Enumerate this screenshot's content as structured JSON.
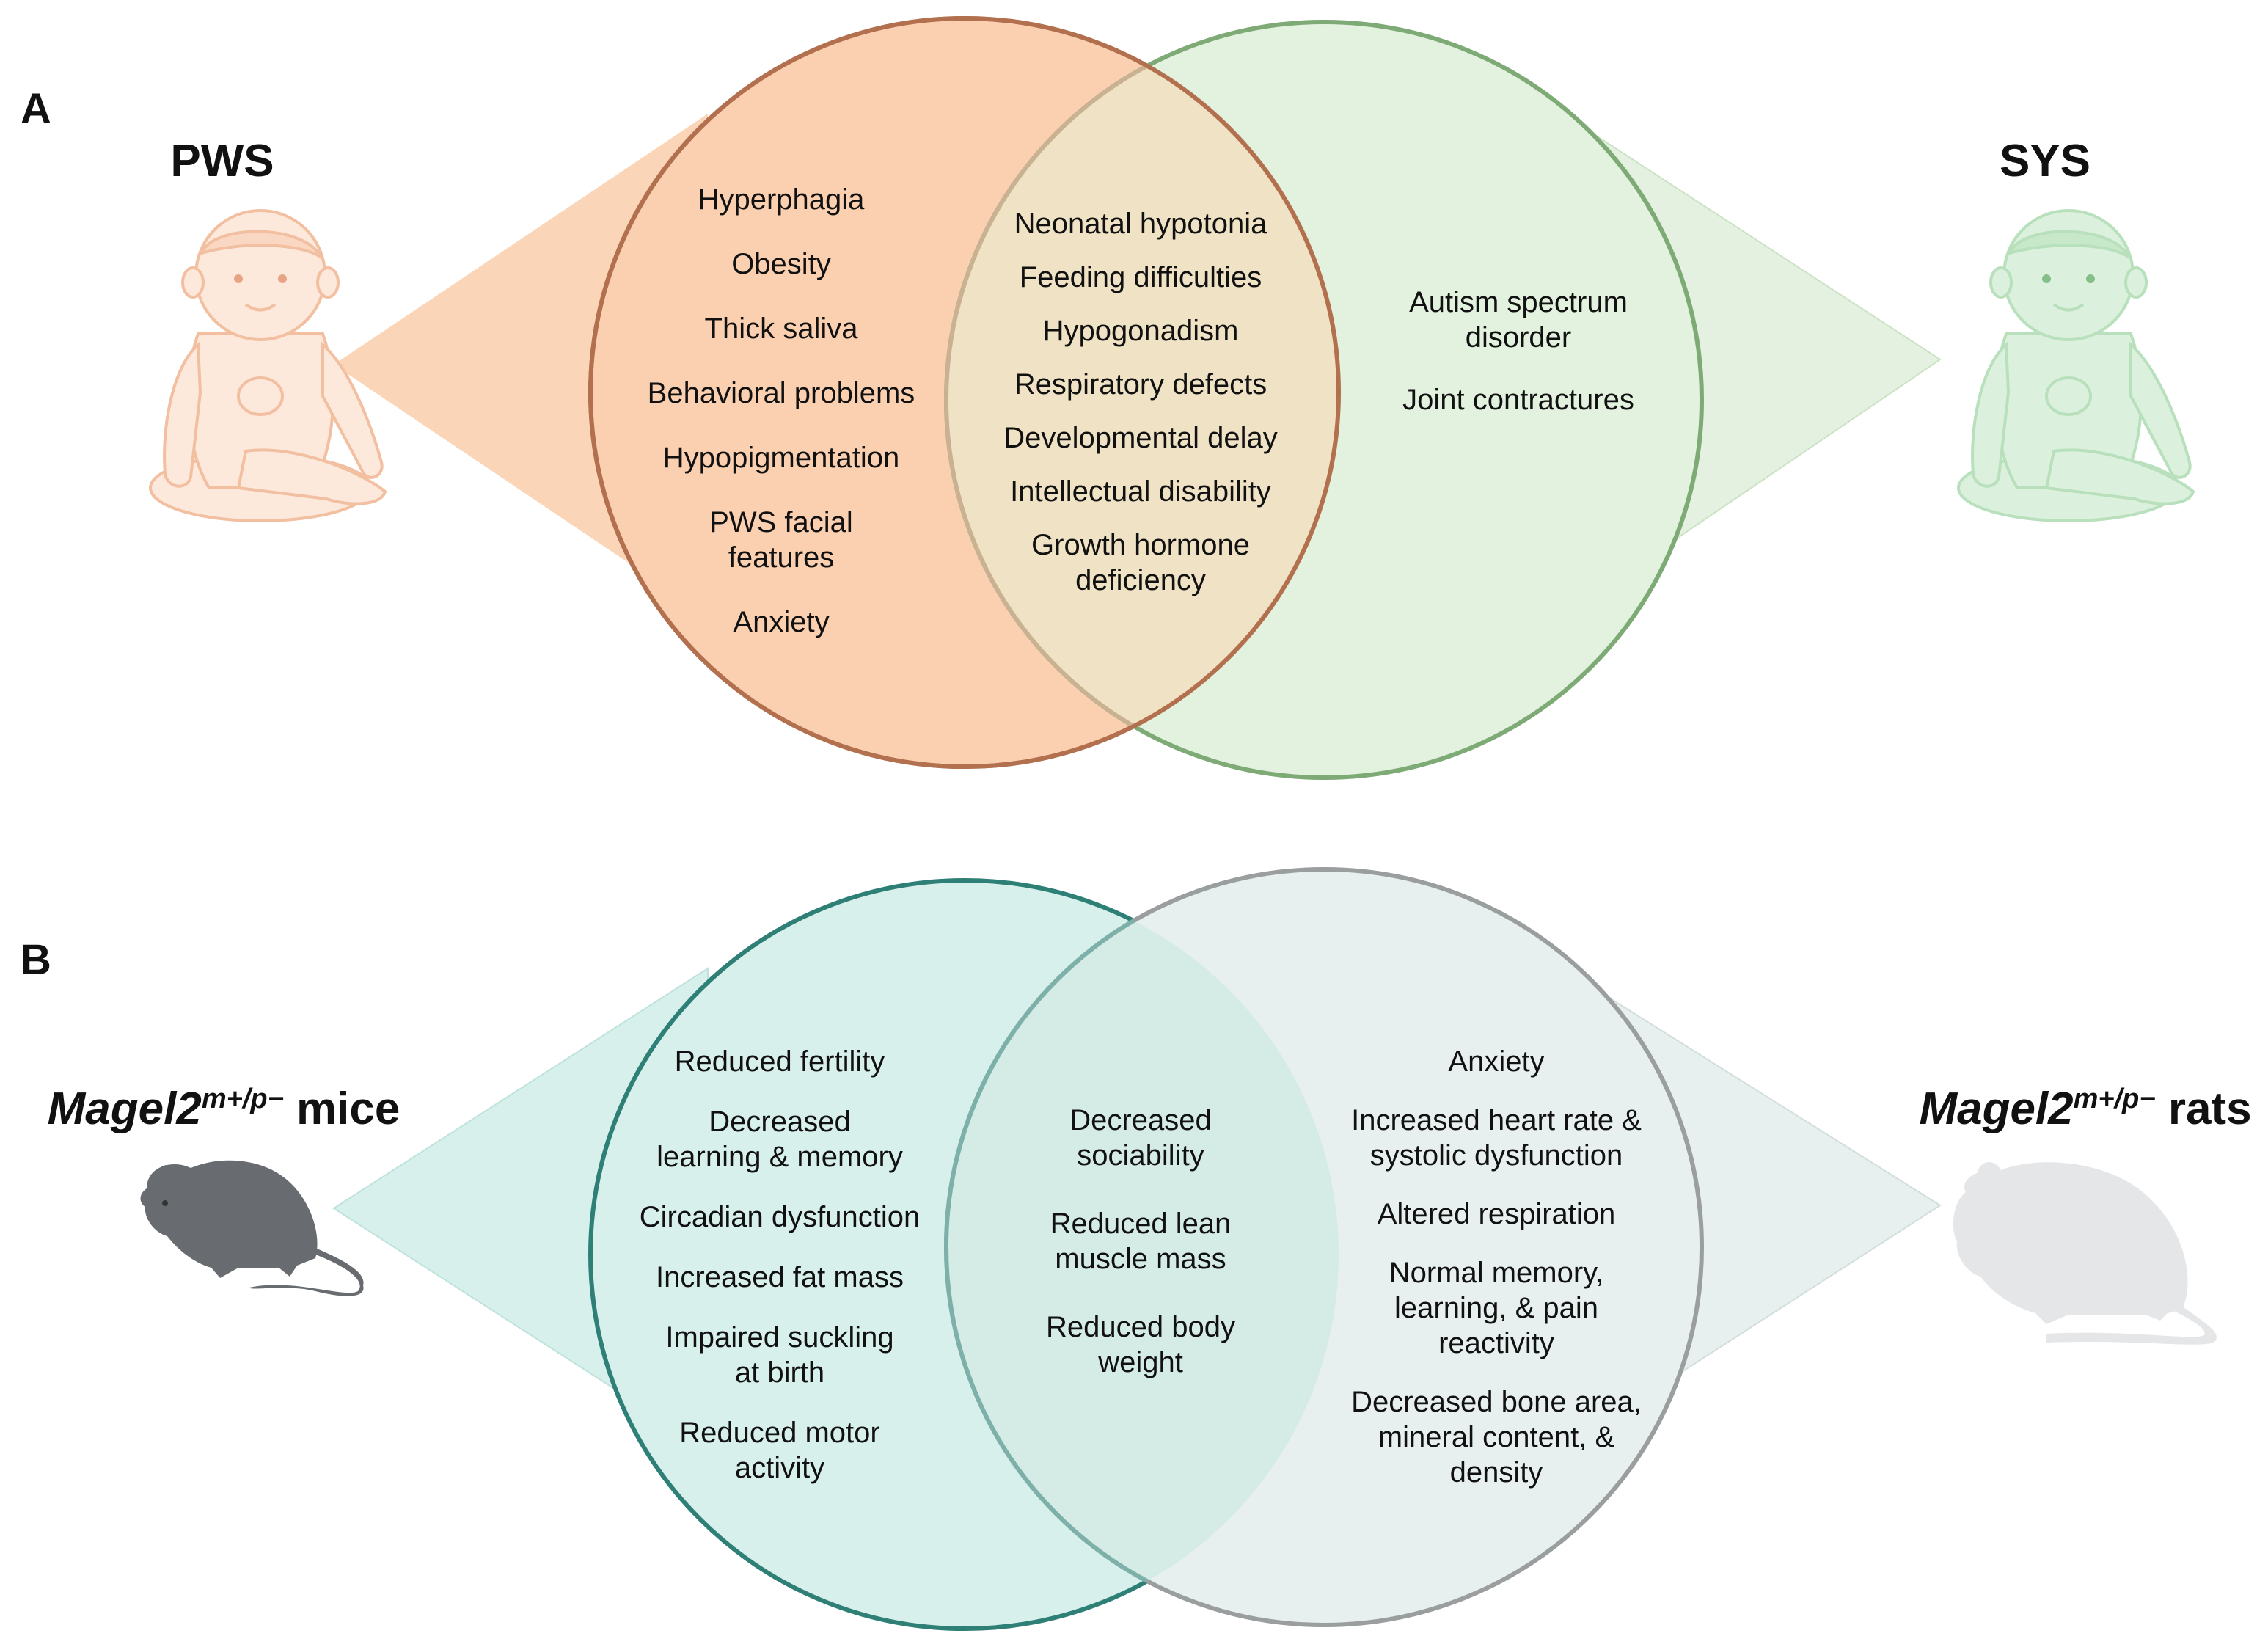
{
  "colors": {
    "pws_fill": "#FBD0B0",
    "pws_stroke": "#B2704E",
    "sys_fill": "#E3F1DF",
    "sys_stroke": "#7DAA75",
    "overlap_a_fill": "#F0E2C4",
    "overlap_a_stroke": "#C8B291",
    "mice_fill": "#D8F0EC",
    "mice_stroke": "#2E7F76",
    "rats_fill": "#E7F0EE",
    "rats_stroke": "#9A9E9E",
    "overlap_b_fill": "#D5EBE6",
    "overlap_b_stroke": "#7EB0AA",
    "mouse_color": "#686C71",
    "rat_color": "#E4E6E8",
    "baby_pws_color": "#F7CFB5",
    "baby_sys_color": "#B9E0BC"
  },
  "panel_a": {
    "letter": "A",
    "left_group": {
      "label": "PWS",
      "icon": "baby-icon"
    },
    "right_group": {
      "label": "SYS",
      "icon": "baby-icon"
    },
    "left_only": [
      [
        "Hyperphagia"
      ],
      [
        "Obesity"
      ],
      [
        "Thick saliva"
      ],
      [
        "Behavioral problems"
      ],
      [
        "Hypopigmentation"
      ],
      [
        "PWS facial",
        "features"
      ],
      [
        "Anxiety"
      ]
    ],
    "shared": [
      [
        "Neonatal hypotonia"
      ],
      [
        "Feeding difficulties"
      ],
      [
        "Hypogonadism"
      ],
      [
        "Respiratory defects"
      ],
      [
        "Developmental delay"
      ],
      [
        "Intellectual disability"
      ],
      [
        "Growth hormone",
        "deficiency"
      ]
    ],
    "right_only": [
      [
        "Autism spectrum",
        "disorder"
      ],
      [
        "Joint contractures"
      ]
    ]
  },
  "panel_b": {
    "letter": "B",
    "left_group": {
      "gene": "Magel2",
      "genotype": "m+/p−",
      "suffix": " mice",
      "icon": "mouse-icon"
    },
    "right_group": {
      "gene": "Magel2",
      "genotype": "m+/p−",
      "suffix": " rats",
      "icon": "rat-icon"
    },
    "left_only": [
      [
        "Reduced fertility"
      ],
      [
        "Decreased",
        "learning & memory"
      ],
      [
        "Circadian dysfunction"
      ],
      [
        "Increased fat mass"
      ],
      [
        "Impaired suckling",
        "at birth"
      ],
      [
        "Reduced motor",
        "activity"
      ]
    ],
    "shared": [
      [
        "Decreased",
        "sociability"
      ],
      [
        "Reduced lean",
        "muscle mass"
      ],
      [
        "Reduced body",
        "weight"
      ]
    ],
    "right_only": [
      [
        "Anxiety"
      ],
      [
        "Increased heart rate &",
        "systolic dysfunction"
      ],
      [
        "Altered respiration"
      ],
      [
        "Normal memory,",
        "learning, & pain",
        "reactivity"
      ],
      [
        "Decreased bone area,",
        "mineral content, &",
        "density"
      ]
    ]
  }
}
